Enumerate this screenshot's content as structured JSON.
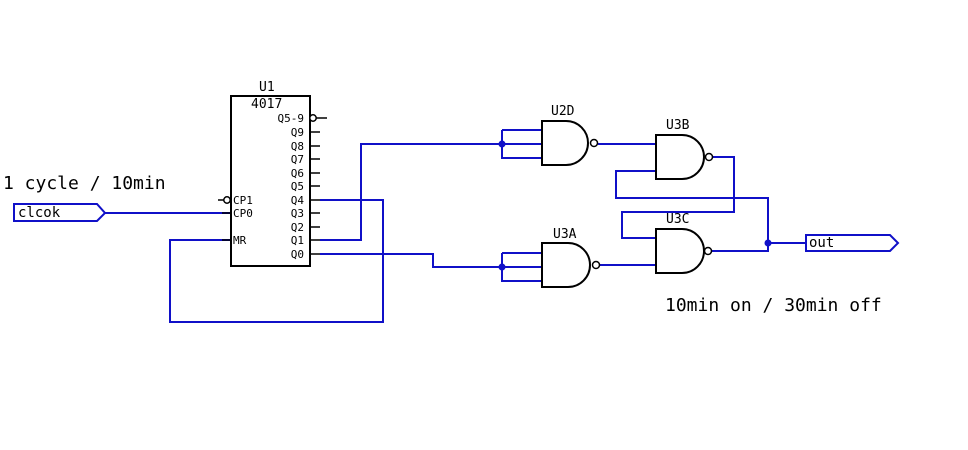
{
  "annotations": {
    "clock_note": "1 cycle / 10min",
    "output_note": "10min on / 30min off"
  },
  "ports": {
    "input_label": "clcok",
    "output_label": "out"
  },
  "counter": {
    "ref": "U1",
    "part": "4017",
    "pins_right": [
      "Q5-9",
      "Q9",
      "Q8",
      "Q7",
      "Q6",
      "Q5",
      "Q4",
      "Q3",
      "Q2",
      "Q1",
      "Q0"
    ],
    "pins_left": [
      "CP1",
      "CP0",
      "MR"
    ]
  },
  "gates": [
    {
      "ref": "U2D",
      "type": "NAND"
    },
    {
      "ref": "U3A",
      "type": "NAND"
    },
    {
      "ref": "U3B",
      "type": "NAND"
    },
    {
      "ref": "U3C",
      "type": "NAND"
    }
  ],
  "colors": {
    "wire": "#1010c8",
    "component": "#000000",
    "background": "#ffffff"
  }
}
